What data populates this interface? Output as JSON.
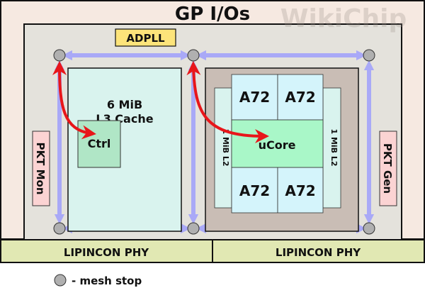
{
  "title": "GP I/Os",
  "watermark": "WikiChip",
  "adpll": "ADPLL",
  "l3": {
    "line1": "6 MiB",
    "line2": "L3 Cache",
    "ctrl": "Ctrl"
  },
  "cores": [
    "A72",
    "A72",
    "A72",
    "A72"
  ],
  "ucore": "uCore",
  "l2_left": "1 MiB L2",
  "l2_right": "1 MiB L2",
  "pkt_mon": "PKT Mon",
  "pkt_gen": "PKT Gen",
  "phy": [
    "LIPINCON PHY",
    "LIPINCON PHY"
  ],
  "legend": {
    "label": "- mesh stop"
  },
  "colors": {
    "mesh_arrow": "#a9a9f7",
    "route_arrow": "#e8161a",
    "mesh_stop": "#b0b0b0"
  }
}
